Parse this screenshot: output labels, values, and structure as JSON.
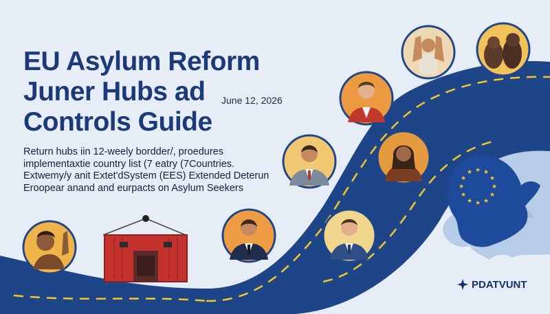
{
  "title_lines": [
    "EU Asylum Reform",
    "Juner Hubs ad",
    "Controls Guide"
  ],
  "date": "June 12, 2026",
  "summary_lines": [
    "Return hubs iin 12-weely bordder/, proedures",
    "implementaxtie country list (7 eatry (7Countries.",
    "Extwemy/y anit Extet'dSystem (EES) Extended Deterun",
    "Eroopear anand and eurpacts on Asylum Seekers"
  ],
  "brand": {
    "name": "PDATVUNT",
    "logo_icon": "star-burst-icon"
  },
  "colors": {
    "background": "#e6edf6",
    "road": "#1f4589",
    "title": "#1c3a78",
    "eu_blue": "#1d4a9b",
    "eu_stars": "#f4c82a",
    "map_light": "#b7cce7"
  },
  "illustrations": [
    {
      "name": "portrait-hands-raised",
      "bg": "#efd8b4"
    },
    {
      "name": "portrait-monkeys",
      "bg": "#f2c25a"
    },
    {
      "name": "portrait-man-red-jacket",
      "bg": "#ec9a42"
    },
    {
      "name": "portrait-man-grey-suit",
      "bg": "#f0c872"
    },
    {
      "name": "portrait-woman-brown",
      "bg": "#e69a3f"
    },
    {
      "name": "portrait-man-navy-suit",
      "bg": "#ee9c44"
    },
    {
      "name": "portrait-man-blue-suit",
      "bg": "#f0d68d"
    },
    {
      "name": "portrait-woman-waving",
      "bg": "#f0b54a"
    }
  ]
}
